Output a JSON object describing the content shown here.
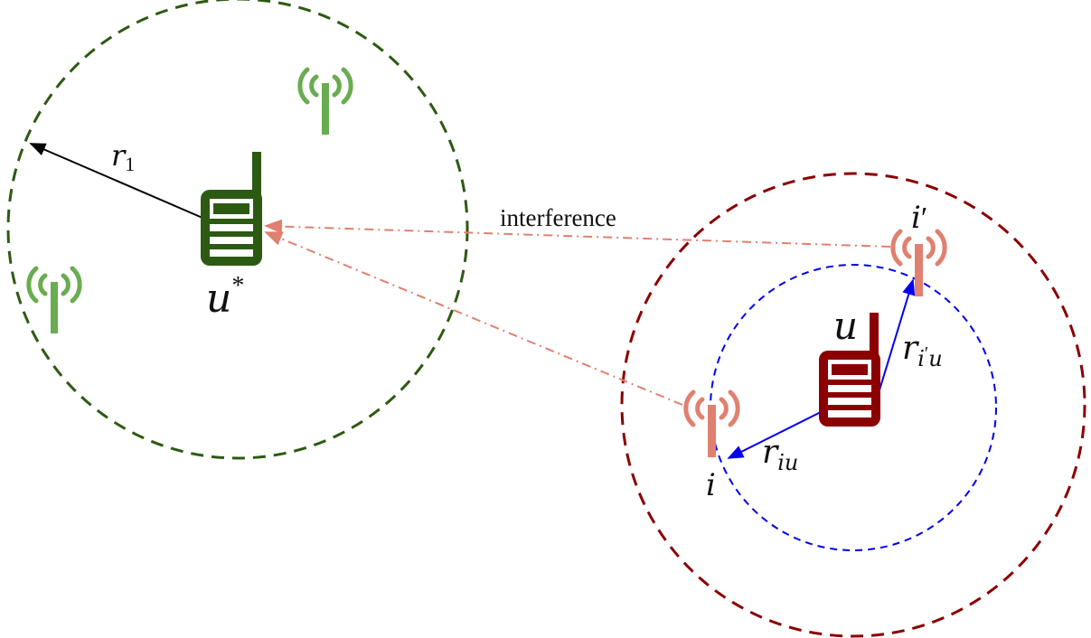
{
  "labels": {
    "interference": "interference",
    "r1": "r",
    "r1_sub": "1",
    "u_star": "u",
    "u_star_sup": "*",
    "u": "u",
    "i": "i",
    "i_prime": "i",
    "i_prime_mark": "′",
    "r_iu": "r",
    "r_iu_sub": "iu",
    "r_ipu": "r",
    "r_ipu_sub_i": "i",
    "r_ipu_sub_prime": "′",
    "r_ipu_sub_u": "u"
  },
  "colors": {
    "green_dark": "#2d5a12",
    "green_light": "#6aac50",
    "red_dark": "#8b0000",
    "red_light": "#e08070",
    "blue": "#0000ee",
    "black": "#000000"
  },
  "icons": {
    "tower": "antenna-tower-icon",
    "device": "walkie-talkie-icon"
  }
}
